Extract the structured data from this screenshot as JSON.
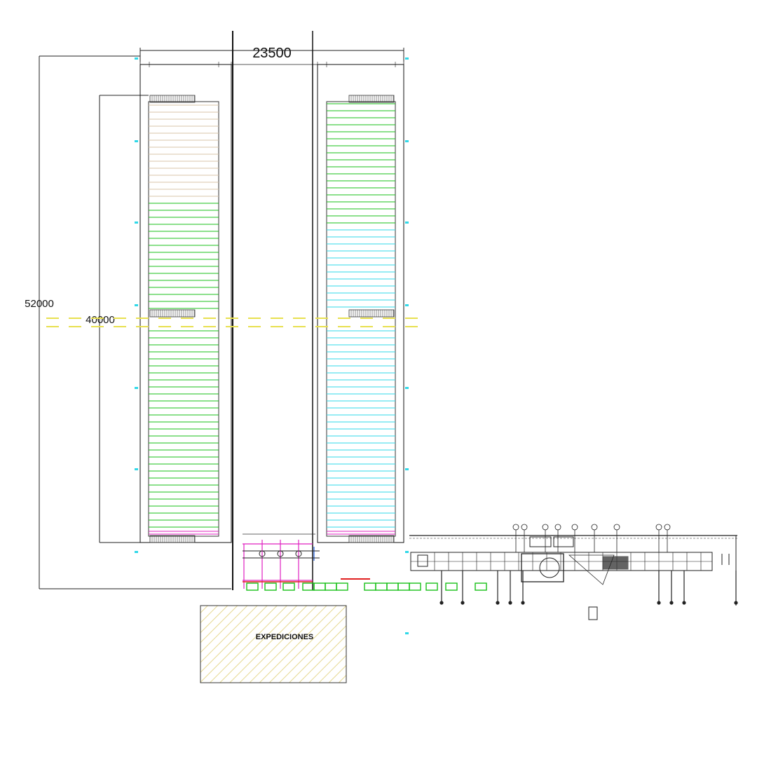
{
  "dimensions": {
    "width": "23500",
    "total_length": "52000",
    "rack_length": "40000"
  },
  "areas": {
    "shipping": "EXPEDICIONES"
  },
  "colors": {
    "line": "#1a1a1a",
    "green": "#18c018",
    "cyan": "#30d8e8",
    "beige": "#d8c4a8",
    "magenta": "#e020c0",
    "red": "#e02020",
    "yellow": "#e8e050",
    "hatch": "#e8dca0"
  }
}
